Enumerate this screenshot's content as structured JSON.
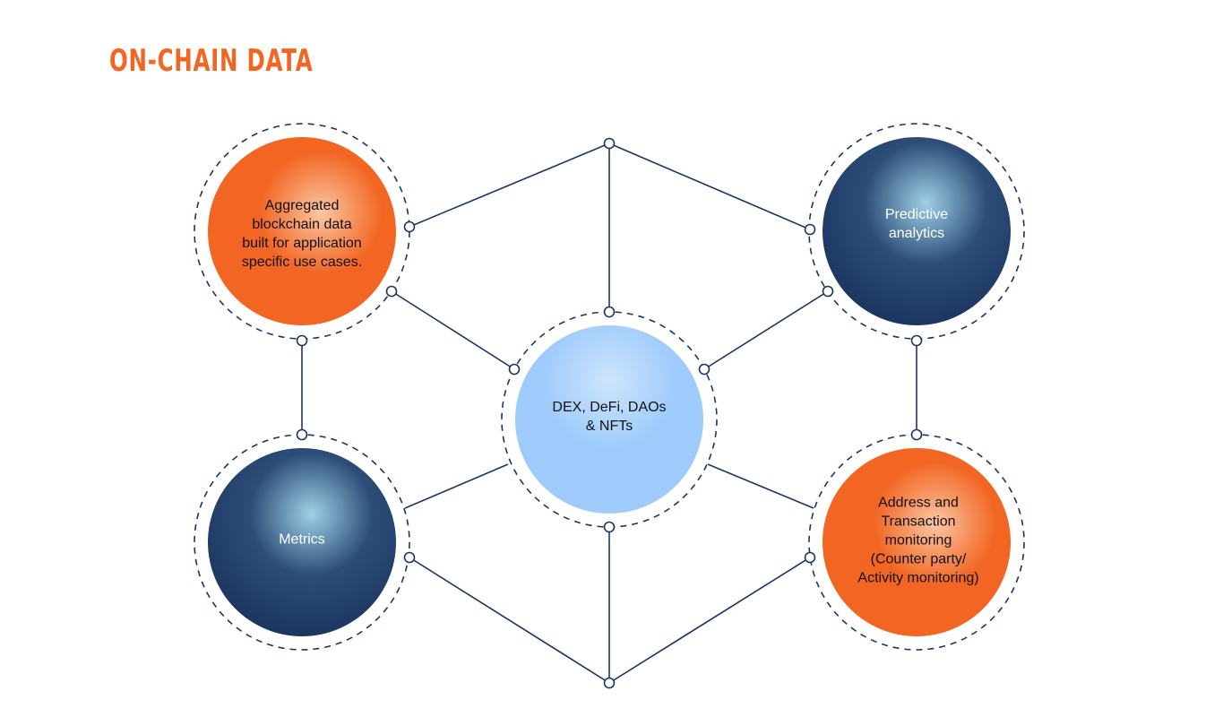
{
  "title": "ON-CHAIN DATA",
  "colors": {
    "orange": "#f26522",
    "navy": "#1c3661",
    "light_blue": "#9ecbfb",
    "line": "#1c3661"
  },
  "nodes": {
    "center": "DEX, DeFi, DAOs & NFTs",
    "top_left": "Aggregated blockchain data built for application specific use cases.",
    "top_right": "Predictive analytics",
    "bottom_left": "Metrics",
    "bottom_right": "Address and Transaction monitoring (Counter party/ Activity monitoring)"
  }
}
